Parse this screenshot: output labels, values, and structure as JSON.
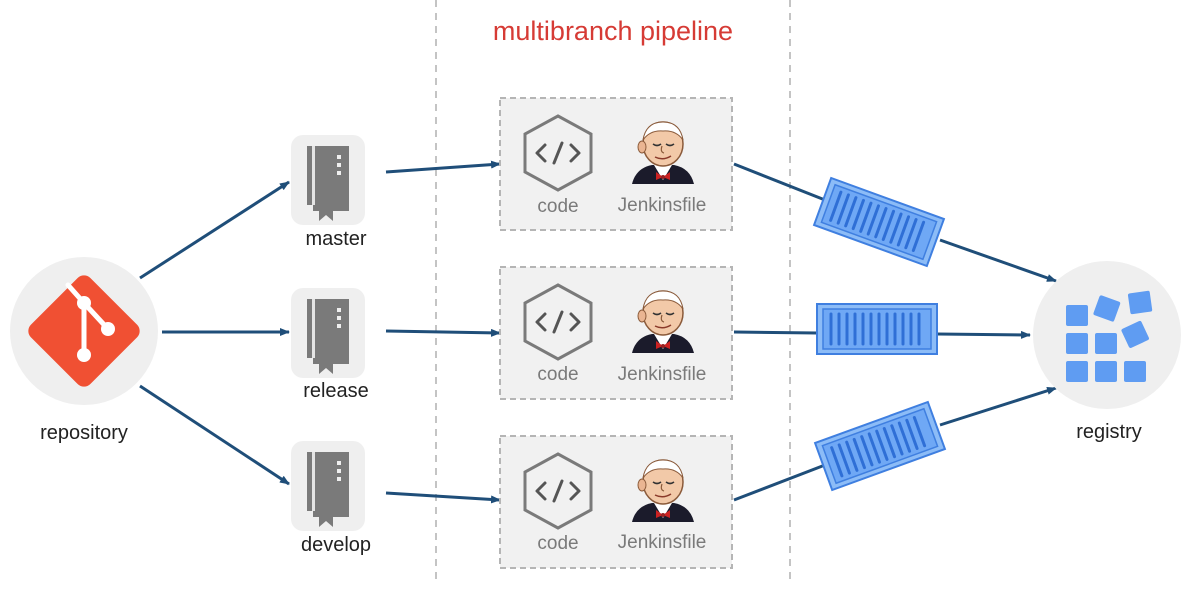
{
  "title": "multibranch pipeline",
  "repository": {
    "label": "repository",
    "icon": "git-icon"
  },
  "branches": [
    {
      "label": "master",
      "icon": "book-icon"
    },
    {
      "label": "release",
      "icon": "book-icon"
    },
    {
      "label": "develop",
      "icon": "book-icon"
    }
  ],
  "pipelines": [
    {
      "code_label": "code",
      "jenkins_label": "Jenkinsfile"
    },
    {
      "code_label": "code",
      "jenkins_label": "Jenkinsfile"
    },
    {
      "code_label": "code",
      "jenkins_label": "Jenkinsfile"
    }
  ],
  "registry": {
    "label": "registry",
    "icon": "registry-icon"
  },
  "colors": {
    "title": "#d63b35",
    "arrow": "#1f4e79",
    "git": "#f05033",
    "container_fill": "#6fa8f5",
    "container_stroke": "#3f7fe0",
    "registry_block": "#5f9cf2",
    "icon_grey": "#7a7a7a",
    "circle_bg": "#efefef",
    "box_bg": "#f1f1f1",
    "dashed": "#bdbdbd",
    "label_dark": "#222222",
    "label_grey": "#7a7a7a"
  }
}
